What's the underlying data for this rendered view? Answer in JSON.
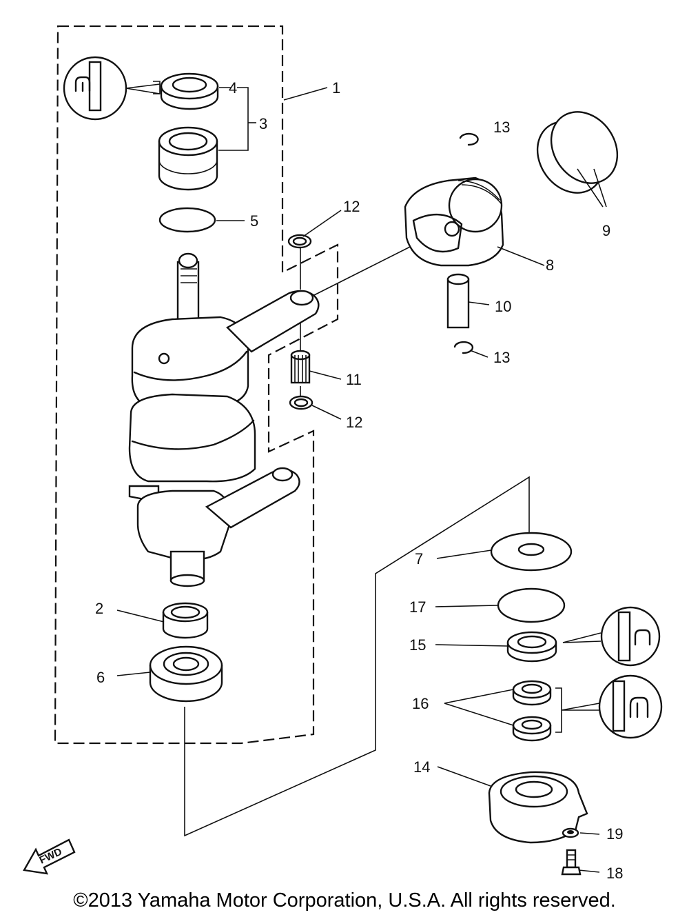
{
  "callouts": [
    "1",
    "2",
    "3",
    "4",
    "5",
    "6",
    "7",
    "8",
    "9",
    "10",
    "11",
    "12",
    "12",
    "13",
    "13",
    "14",
    "15",
    "16",
    "17",
    "18",
    "19"
  ],
  "fwd_label": "FWD",
  "copyright": "©2013 Yamaha Motor Corporation, U.S.A. All rights reserved."
}
